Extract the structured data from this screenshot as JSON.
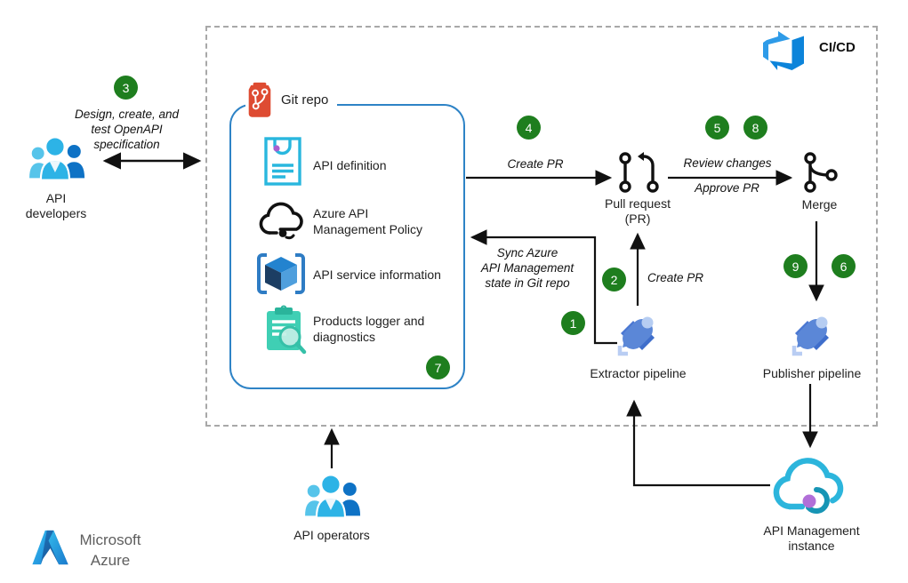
{
  "cicd": {
    "label": "CI/CD"
  },
  "azure_logo": {
    "text": "Microsoft\nAzure"
  },
  "actors": {
    "api_developers": {
      "label": "API\ndevelopers"
    },
    "api_operators": {
      "label": "API operators"
    }
  },
  "git_repo": {
    "title": "Git repo",
    "items": [
      {
        "icon": "api-definition-icon",
        "label": "API definition"
      },
      {
        "icon": "apim-policy-icon",
        "label": "Azure API\nManagement Policy"
      },
      {
        "icon": "api-service-info-icon",
        "label": "API service information"
      },
      {
        "icon": "products-logger-icon",
        "label": "Products logger and\ndiagnostics"
      }
    ]
  },
  "nodes": {
    "pull_request": {
      "label": "Pull request\n(PR)",
      "icon": "pull-request-icon"
    },
    "merge": {
      "label": "Merge",
      "icon": "merge-icon"
    },
    "extractor_pipeline": {
      "label": "Extractor pipeline",
      "icon": "pipeline-rocket-icon"
    },
    "publisher_pipeline": {
      "label": "Publisher pipeline",
      "icon": "pipeline-rocket-icon"
    },
    "apim_instance": {
      "label": "API Management\ninstance",
      "icon": "apim-cloud-icon"
    }
  },
  "annotations": {
    "design_create_test": "Design, create, and\ntest OpenAPI\nspecification",
    "create_pr_top": "Create PR",
    "review_changes": "Review changes",
    "approve_pr": "Approve PR",
    "create_pr_vertical": "Create PR",
    "sync_state": "Sync Azure\nAPI Management\nstate in Git repo"
  },
  "badges": {
    "step_1": "1",
    "step_2": "2",
    "step_3": "3",
    "step_4": "4",
    "step_5": "5",
    "step_6": "6",
    "step_7": "7",
    "step_8": "8",
    "step_9": "9"
  },
  "colors": {
    "badge_green": "#1e7e1e",
    "git_box_border": "#2e83c6",
    "dashed_border": "#a8a8a8",
    "git_icon_orange": "#DE4B32",
    "devops_blue": "#0078d4",
    "rocket_blue": "#5b87d7",
    "cloud_cyan": "#2cb5dc",
    "teal": "#3fcfb4",
    "purple_dot": "#a95fd0"
  }
}
